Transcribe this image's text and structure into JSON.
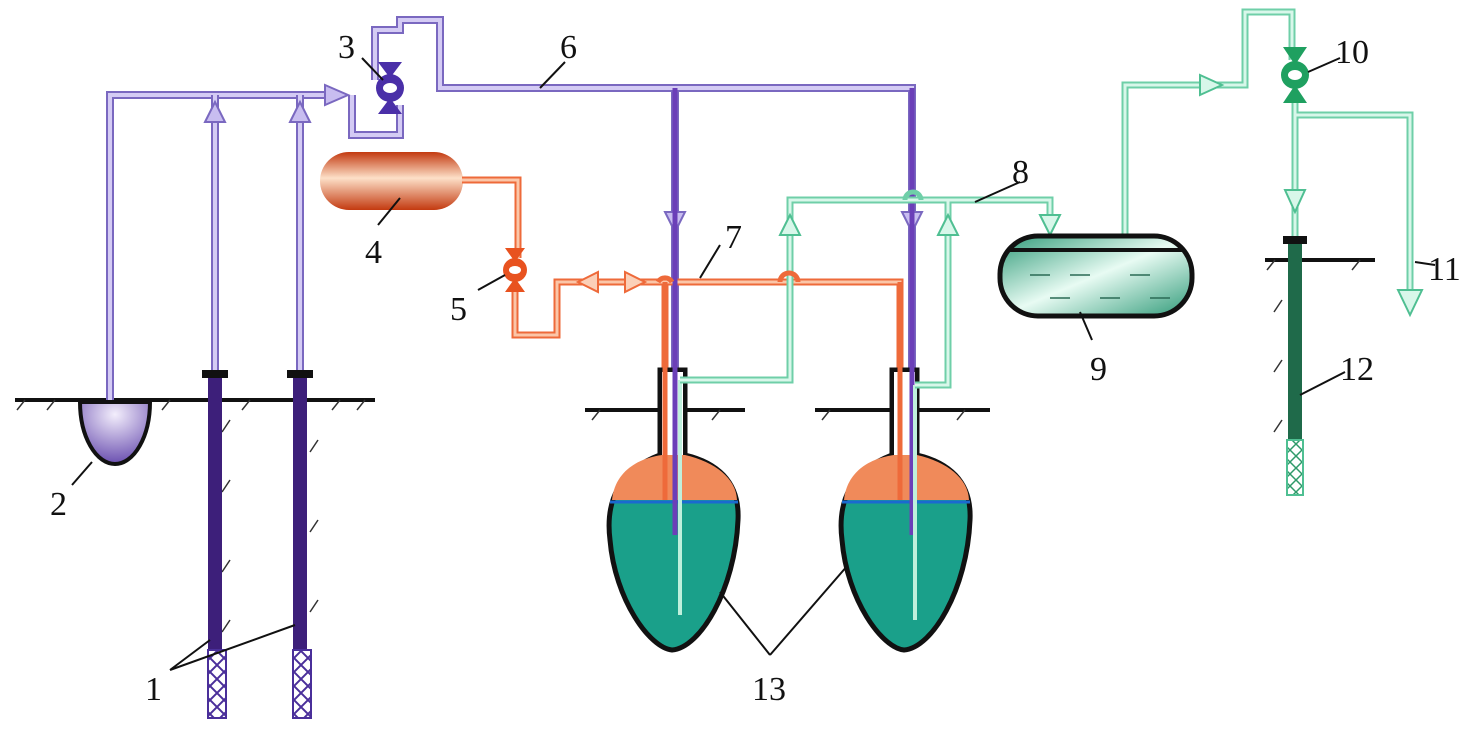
{
  "labels": {
    "l1": "1",
    "l2": "2",
    "l3": "3",
    "l4": "4",
    "l5": "5",
    "l6": "6",
    "l7": "7",
    "l8": "8",
    "l9": "9",
    "l10": "10",
    "l11": "11",
    "l12": "12",
    "l13": "13"
  },
  "colors": {
    "purple": "#8f7fd0",
    "purple_dark": "#3d1f7a",
    "orange": "#ee6a3a",
    "green_light": "#8ee0c0",
    "green_dark": "#1f8a5a",
    "brine": "#1aa08a",
    "gas_cap": "#f08a5a"
  }
}
